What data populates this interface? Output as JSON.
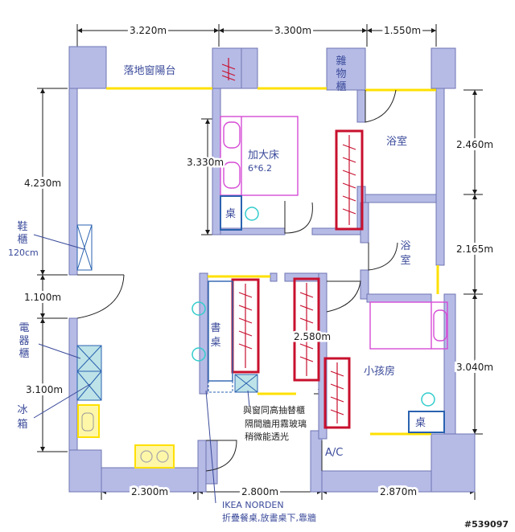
{
  "title": "",
  "colors": {
    "wall": "#b6bbe6",
    "wall_stroke": "#6f76b3",
    "window": "#ffe000",
    "furniture_magenta": "#d64bd6",
    "wardrobe_red": "#c8102e",
    "desk_blue": "#2a62b0",
    "cyan": "#33cccc",
    "dimension": "#1a1a1a",
    "label": "#3a4a9a"
  },
  "dimensions": {
    "top": [
      "3.220m",
      "3.300m",
      "1.550m"
    ],
    "bottom": [
      "2.300m",
      "2.800m",
      "2.870m"
    ],
    "left": [
      "4.230m",
      "1.100m",
      "3.100m"
    ],
    "right": [
      "2.460m",
      "2.165m",
      "3.040m"
    ],
    "inner_master": "3.330m",
    "inner_child": "2.580m"
  },
  "rooms": {
    "balcony": "落地窗陽台",
    "storage_vertical": "雜物櫃",
    "bed_large": "加大床",
    "bed_size": "6*6.2",
    "bath1": "浴室",
    "bath2": "浴室",
    "desk1": "桌",
    "desk2": "桌",
    "shoe_cabinet": "鞋櫃",
    "shoe_cabinet_size": "120cm",
    "appliance_cabinet": "電器櫃",
    "fridge": "冰箱",
    "study_desk": "書桌",
    "child_room": "小孩房",
    "ac": "A/C"
  },
  "notes": {
    "note1": "與窗同高抽替櫃",
    "note2": "隔間牆用霧玻璃",
    "note3": "稍微能透光",
    "ikea_title": "IKEA NORDEN",
    "ikea_desc": "折疊餐桌,放書桌下,靠牆"
  },
  "watermark": "#539097"
}
